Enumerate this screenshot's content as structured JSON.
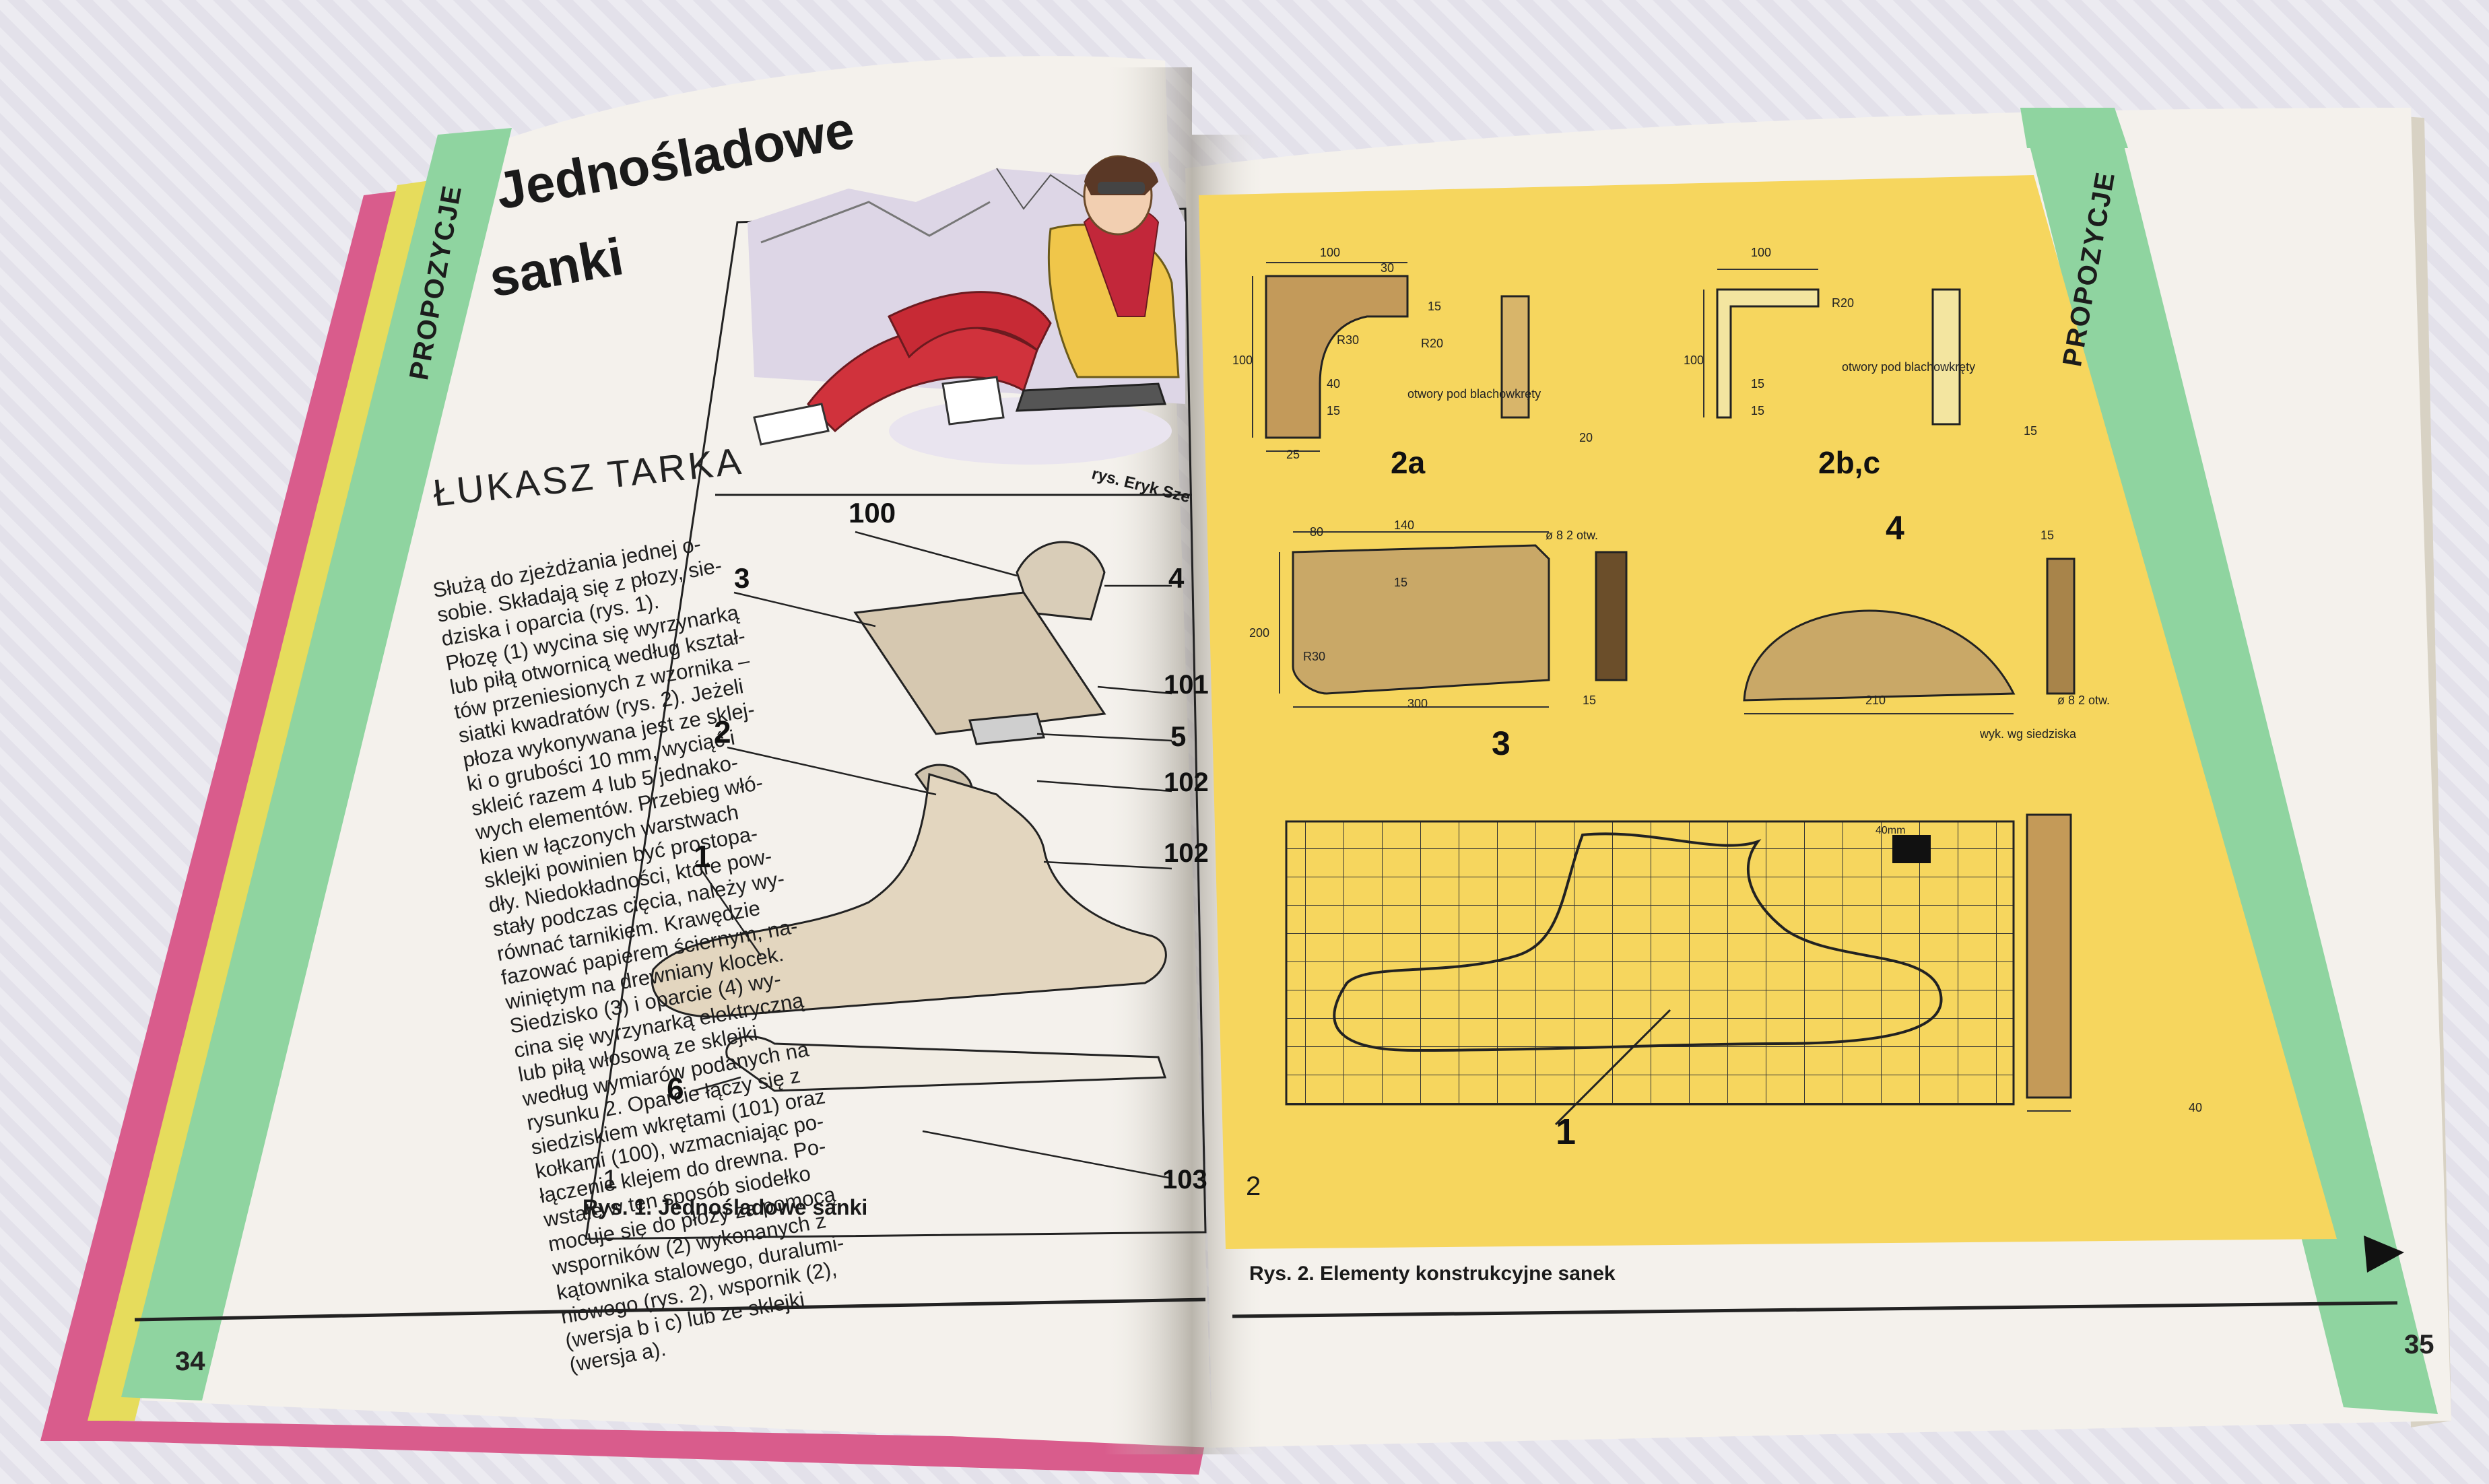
{
  "left_page": {
    "section_band": "PROPOZYCJE",
    "title_line1": "Jednośladowe",
    "title_line2": "sanki",
    "author": "ŁUKASZ TARKA",
    "illustrator_credit": "rys. Eryk Sze",
    "article_lines": [
      "Służą do zjeżdżania jednej o-",
      "sobie. Składają się z płozy, sie-",
      "dziska i oparcia (rys. 1).",
      "Płozę (1) wycina się wyrzynarką",
      "lub piłą otwornicą według kształ-",
      "tów przeniesionych z wzornika –",
      "siatki kwadratów (rys. 2). Jeżeli",
      "płoza wykonywana jest ze sklej-",
      "ki o grubości 10 mm, wyciąć i",
      "skleić razem 4 lub 5 jednako-",
      "wych elementów. Przebieg włó-",
      "kien w łączonych warstwach",
      "sklejki powinien być prostopa-",
      "dły. Niedokładności, które pow-",
      "stały podczas cięcia, należy wy-",
      "równać tarnikiem. Krawędzie",
      "fazować papierem ściernym, na-",
      "winiętym na drewniany klocek.",
      "Siedzisko (3) i oparcie (4) wy-",
      "cina się wyrzynarką elektryczną",
      "lub piłą włosową ze sklejki",
      "według wymiarów podanych na",
      "rysunku 2. Oparcie łączy się z",
      "siedziskiem wkrętami (101) oraz",
      "kołkami (100), wzmacniając po-",
      "łączenie klejem do drewna. Po-",
      "wstałe w ten sposób siodełko",
      "mocuje się do płozy za pomocą",
      "wsporników (2) wykonanych z",
      "kątownika stalowego, duralumi-",
      "niowego (rys. 2), wspornik (2),",
      "(wersja b i c) lub ze sklejki",
      "(wersja a)."
    ],
    "figure_caption": "Rys. 1. Jednośladowe sanki",
    "figure_number": "1",
    "page_number": "34",
    "callouts": [
      "100",
      "3",
      "4",
      "101",
      "5",
      "2",
      "102",
      "102",
      "1",
      "6",
      "103"
    ]
  },
  "right_page": {
    "section_band": "PROPOZYCJE",
    "figure_caption": "Rys. 2. Elementy konstrukcyjne sanek",
    "figure_number": "2",
    "page_number": "35",
    "part_labels": [
      "2a",
      "2b,c",
      "3",
      "4",
      "1"
    ],
    "notes": {
      "holes_2a": "otwory pod blachowkręty",
      "holes_2bc": "otwory pod blachowkręty",
      "cutout": "wyk. wg siedziska",
      "holes_4": "ø 8 2 otw.",
      "holes_3": "ø 8 2 otw.",
      "grid_cell": "40mm"
    },
    "dims": {
      "d2a": [
        "100",
        "30",
        "15",
        "R20",
        "R30",
        "100",
        "40",
        "15",
        "25",
        "20"
      ],
      "d2bc": [
        "100",
        "R20",
        "100",
        "15",
        "15",
        "15"
      ],
      "d3": [
        "80",
        "140",
        "15",
        "200",
        "R30",
        "300",
        "15"
      ],
      "d4": [
        "210",
        "15"
      ],
      "d1": [
        "40mm",
        "40"
      ]
    }
  },
  "colors": {
    "band_green": "#8fd4a0",
    "plan_yellow": "#f6d65e",
    "page_paper": "#f4f1ec",
    "cover_pink": "#d95c8c",
    "cover_yellow": "#e6dc5c",
    "sled_red": "#d0323c"
  }
}
